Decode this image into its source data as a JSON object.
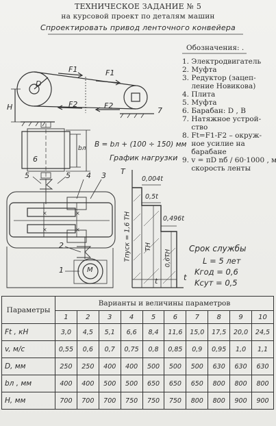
{
  "header": {
    "title": "ТЕХНИЧЕСКОЕ ЗАДАНИЕ № 5",
    "subtitle": "на курсовой проект по деталям машин",
    "task": "Спроектировать привод ленточного конвейера"
  },
  "legend": {
    "title": "Обозначения: .",
    "items": [
      "1. Электродвигатель",
      "2. Муфта",
      "3. Редуктор (зацеп-",
      "    ление Новикова)",
      "4. Плита",
      "5. Муфта",
      "6. Барабан: D , B",
      "7. Натяжное устрой-",
      "    ство",
      "8. Ft=F1-F2 – окруж-",
      "    ное усилие на",
      "    барабане",
      "9. v = πD nб / 60·1000 , м/с",
      "    скорость ленты"
    ]
  },
  "drawing": {
    "lbl_f1a": "F1",
    "lbl_f1b": "F1",
    "lbl_f2a": "F2",
    "lbl_f2b": "F2",
    "lbl_h": "H",
    "lbl_d": "D",
    "lbl_7": "7",
    "lbl_6": "6",
    "lbl_bl": "bл",
    "belt_formula": "B = bл + (100 ÷ 150) мм",
    "lbl_5a": "5",
    "lbl_5b": "5",
    "lbl_4": "4",
    "lbl_3": "3",
    "lbl_2": "2",
    "lbl_1": "1",
    "lbl_m": "M"
  },
  "load_graph": {
    "title": "График нагрузки",
    "t_axis": "T",
    "tpusk": "Tпуск = 1,6 TH",
    "th": "TH",
    "v0004": "0,004t",
    "v05": "0,5t",
    "v0496": "0,496t",
    "v06th": "0,6TH",
    "t_label": "t"
  },
  "service": {
    "title": "Срок службы",
    "life": "L = 5 лет",
    "krod": "Kгод = 0,6",
    "ksut": "Kсут = 0,5",
    "t": "t"
  },
  "table": {
    "param_header": "Параметры",
    "variants_header": "Варианты и величины параметров",
    "columns": [
      "1",
      "2",
      "3",
      "4",
      "5",
      "6",
      "7",
      "8",
      "9",
      "10"
    ],
    "rows": [
      {
        "name": "Ft , кН",
        "values": [
          "3,0",
          "4,5",
          "5,1",
          "6,6",
          "8,4",
          "11,6",
          "15,0",
          "17,5",
          "20,0",
          "24,5"
        ]
      },
      {
        "name": "v, м/с",
        "values": [
          "0,55",
          "0,6",
          "0,7",
          "0,75",
          "0,8",
          "0,85",
          "0,9",
          "0,95",
          "1,0",
          "1,1"
        ]
      },
      {
        "name": "D, мм",
        "values": [
          "250",
          "250",
          "400",
          "400",
          "500",
          "500",
          "500",
          "630",
          "630",
          "630"
        ]
      },
      {
        "name": "bл , мм",
        "values": [
          "400",
          "400",
          "500",
          "500",
          "650",
          "650",
          "650",
          "800",
          "800",
          "800"
        ]
      },
      {
        "name": "H, мм",
        "values": [
          "700",
          "700",
          "700",
          "750",
          "750",
          "750",
          "800",
          "800",
          "900",
          "900"
        ]
      }
    ]
  }
}
